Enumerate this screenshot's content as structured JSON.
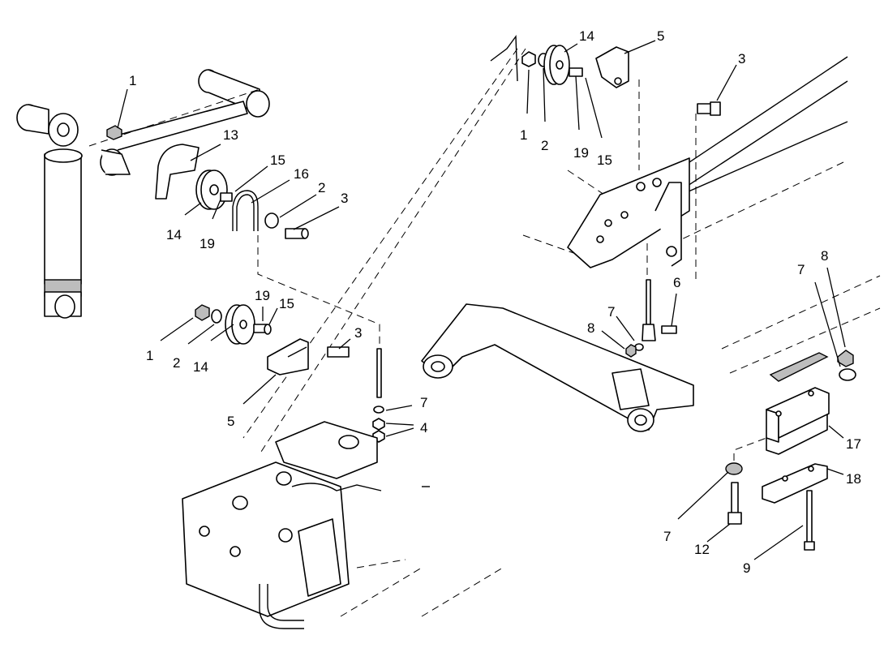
{
  "callouts": [
    {
      "text": "1"
    },
    {
      "text": "13"
    },
    {
      "text": "15"
    },
    {
      "text": "16"
    },
    {
      "text": "2"
    },
    {
      "text": "3"
    },
    {
      "text": "14"
    },
    {
      "text": "19"
    },
    {
      "text": "19"
    },
    {
      "text": "15"
    },
    {
      "text": "1"
    },
    {
      "text": "2"
    },
    {
      "text": "14"
    },
    {
      "text": "3"
    },
    {
      "text": "5"
    },
    {
      "text": "7"
    },
    {
      "text": "4"
    },
    {
      "text": "14"
    },
    {
      "text": "5"
    },
    {
      "text": "3"
    },
    {
      "text": "1"
    },
    {
      "text": "2"
    },
    {
      "text": "19"
    },
    {
      "text": "15"
    },
    {
      "text": "6"
    },
    {
      "text": "7"
    },
    {
      "text": "8"
    },
    {
      "text": "7"
    },
    {
      "text": "8"
    },
    {
      "text": "17"
    },
    {
      "text": "18"
    },
    {
      "text": "7"
    },
    {
      "text": "12"
    },
    {
      "text": "9"
    }
  ]
}
